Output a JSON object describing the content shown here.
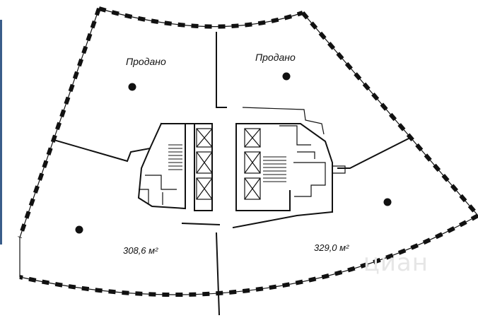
{
  "plan": {
    "units": [
      {
        "id": "nw",
        "label": "Продано"
      },
      {
        "id": "ne",
        "label": "Продано"
      },
      {
        "id": "sw",
        "label": "308,6 м²"
      },
      {
        "id": "se",
        "label": "329,0 м²"
      }
    ],
    "watermark": "циан"
  },
  "colors": {
    "line": "#111111",
    "background": "#ffffff",
    "edge_strip": "#3a5d8a",
    "watermark": "#e6e6e6"
  }
}
